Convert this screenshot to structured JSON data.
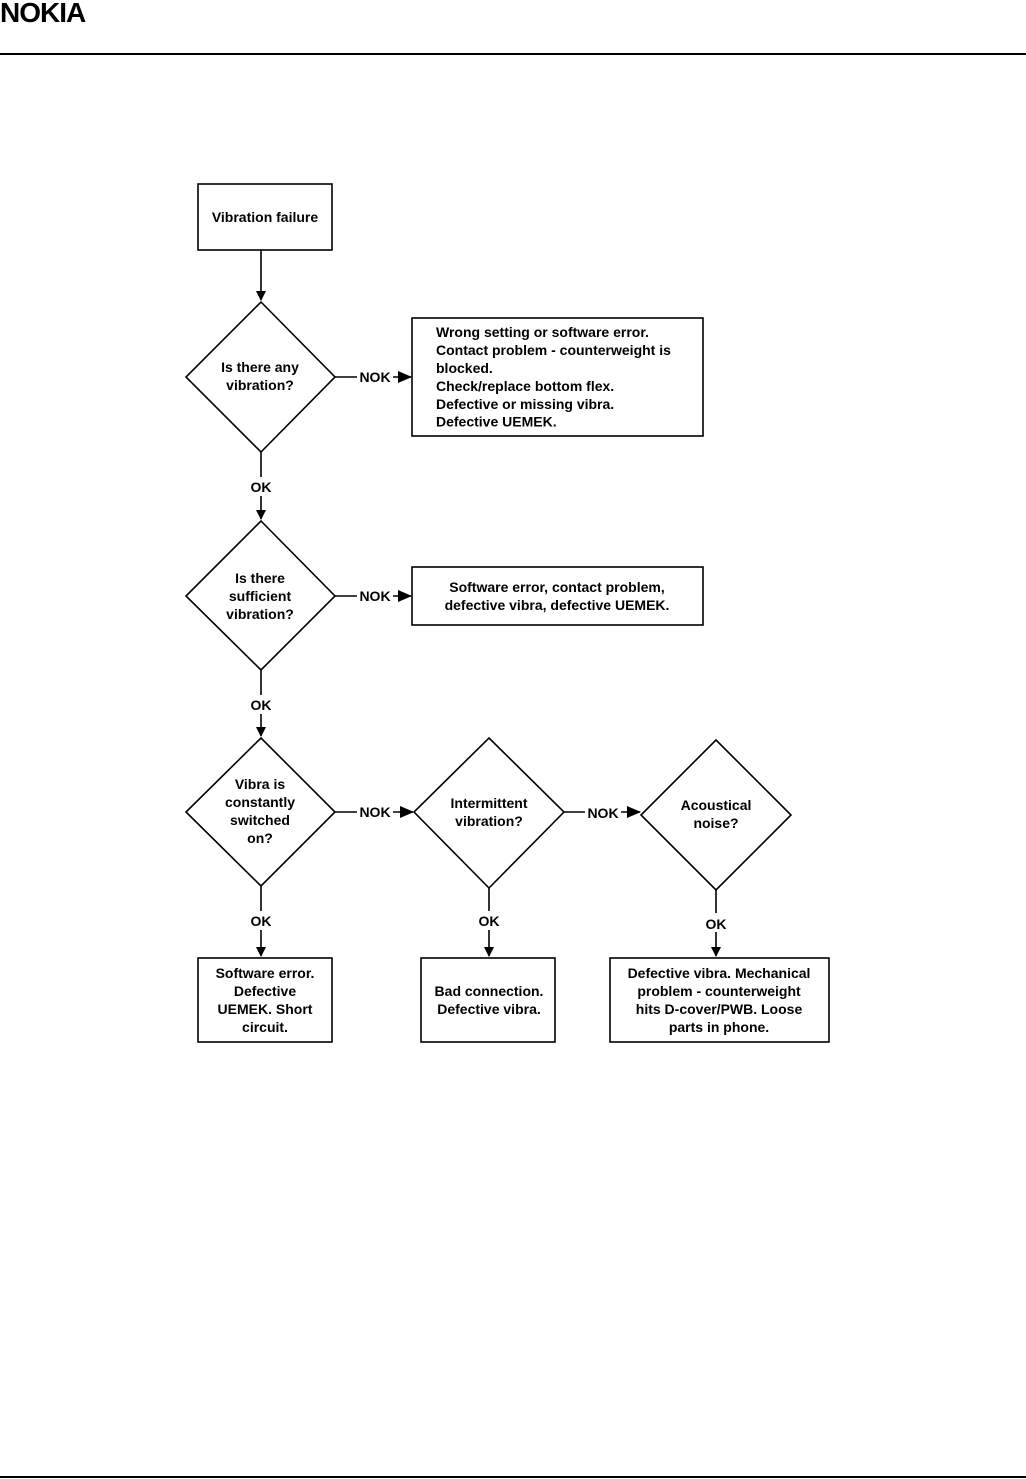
{
  "header": {
    "logo_text": "NOKIA",
    "brand_color": "#124191"
  },
  "flowchart": {
    "start": {
      "label": [
        "Vibration failure"
      ]
    },
    "decisions": [
      {
        "id": "d1",
        "label": [
          "Is there any",
          "vibration?"
        ]
      },
      {
        "id": "d2",
        "label": [
          "Is there",
          "sufficient",
          "vibration?"
        ]
      },
      {
        "id": "d3",
        "label": [
          "Vibra is",
          "constantly",
          "switched",
          "on?"
        ]
      },
      {
        "id": "d4",
        "label": [
          "Intermittent",
          "vibration?"
        ]
      },
      {
        "id": "d5",
        "label": [
          "Acoustical",
          "noise?"
        ]
      }
    ],
    "outcomes": [
      {
        "id": "r1",
        "label": [
          "Wrong setting or software error.",
          "Contact problem - counterweight is",
          "blocked.",
          "Check/replace bottom flex.",
          "Defective or missing vibra.",
          "Defective UEMEK."
        ]
      },
      {
        "id": "r2",
        "label": [
          "Software error, contact problem,",
          "defective vibra, defective UEMEK."
        ]
      },
      {
        "id": "r3",
        "label": [
          "Software error.",
          "Defective",
          "UEMEK. Short",
          "circuit."
        ]
      },
      {
        "id": "r4",
        "label": [
          "Bad connection.",
          "Defective vibra."
        ]
      },
      {
        "id": "r5",
        "label": [
          "Defective vibra. Mechanical",
          "problem - counterweight",
          "hits D-cover/PWB. Loose",
          "parts in phone."
        ]
      }
    ],
    "connector_labels": {
      "ok": "OK",
      "nok": "NOK"
    }
  }
}
